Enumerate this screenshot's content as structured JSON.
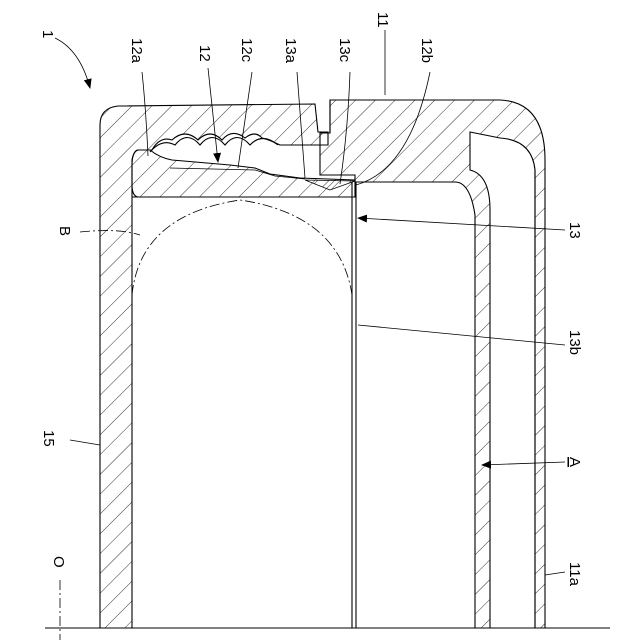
{
  "figure": {
    "labels": {
      "ref_1": "1",
      "ref_11": "11",
      "ref_11a": "11a",
      "ref_12": "12",
      "ref_12a": "12a",
      "ref_12b": "12b",
      "ref_12c": "12c",
      "ref_13": "13",
      "ref_13a": "13a",
      "ref_13b": "13b",
      "ref_13c": "13c",
      "ref_15": "15",
      "ref_A": "A",
      "ref_B": "B",
      "ref_O": "O"
    }
  }
}
